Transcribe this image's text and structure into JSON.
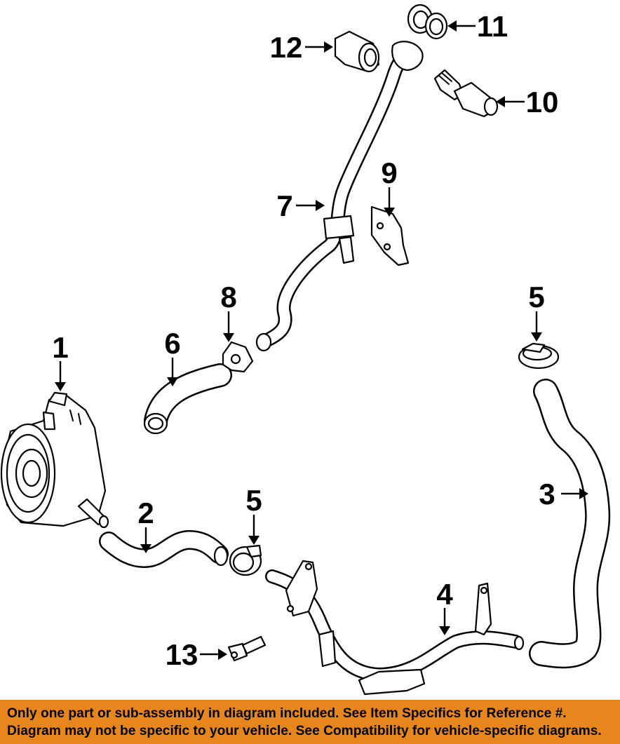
{
  "diagram": {
    "callouts": {
      "c1": "1",
      "c2": "2",
      "c3": "3",
      "c4": "4",
      "c5a": "5",
      "c5b": "5",
      "c6": "6",
      "c7": "7",
      "c8": "8",
      "c9": "9",
      "c10": "10",
      "c11": "11",
      "c12": "12",
      "c13": "13"
    }
  },
  "banner": {
    "line1": "Only one part or sub-assembly in diagram included. See Item Specifics for Reference #.",
    "line2": "Diagram may not be specific to your vehicle. See Compatibility for vehicle-specific diagrams.",
    "background": "#e8861e",
    "text_color": "#000000"
  }
}
